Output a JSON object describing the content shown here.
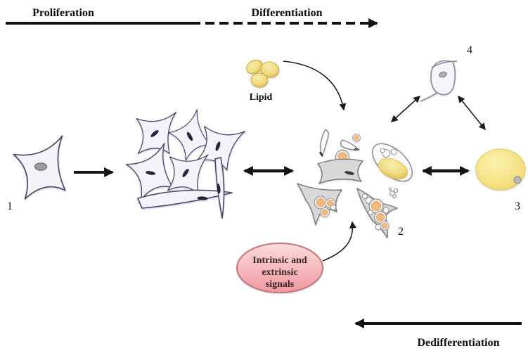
{
  "title_axes": {
    "proliferation": "Proliferation",
    "differentiation": "Differentiation",
    "dedifferentiation": "Dedifferentiation"
  },
  "annotations": {
    "lipid_label": "Lipid",
    "signals_line1": "Intrinsic and",
    "signals_line2": "extrinsic",
    "signals_line3": "signals"
  },
  "stage_numbers": {
    "stage1": "1",
    "stage2": "2",
    "stage3": "3",
    "stage4": "4"
  },
  "colors": {
    "lipid_yellow": "#f0dc82",
    "lipid_edge": "#c9ad48",
    "adipocyte_yellow": "#f5e184",
    "signal_pink_light": "#fcdcdc",
    "signal_pink_dark": "#f0989f",
    "signal_border": "#c2777f",
    "cell_lavender": "#f5f3fa",
    "cell_outline": "#4c4663",
    "gray_cell": "#d8d8d8",
    "gray_outline": "#7a7a7a",
    "droplet_orange": "#f4ba7d",
    "arrow_black": "#141414"
  }
}
